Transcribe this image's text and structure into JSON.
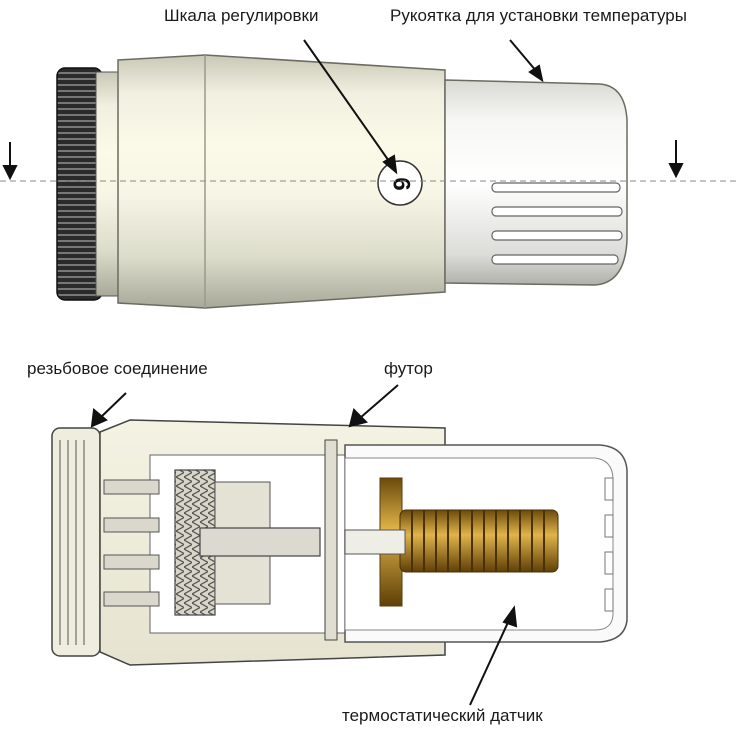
{
  "labels": {
    "scale": "Шкала регулировки",
    "handle": "Рукоятка для установки температуры",
    "thread": "резьбовое соединение",
    "futor": "футор",
    "sensor": "термостатический датчик"
  },
  "dial_number": "6"
}
